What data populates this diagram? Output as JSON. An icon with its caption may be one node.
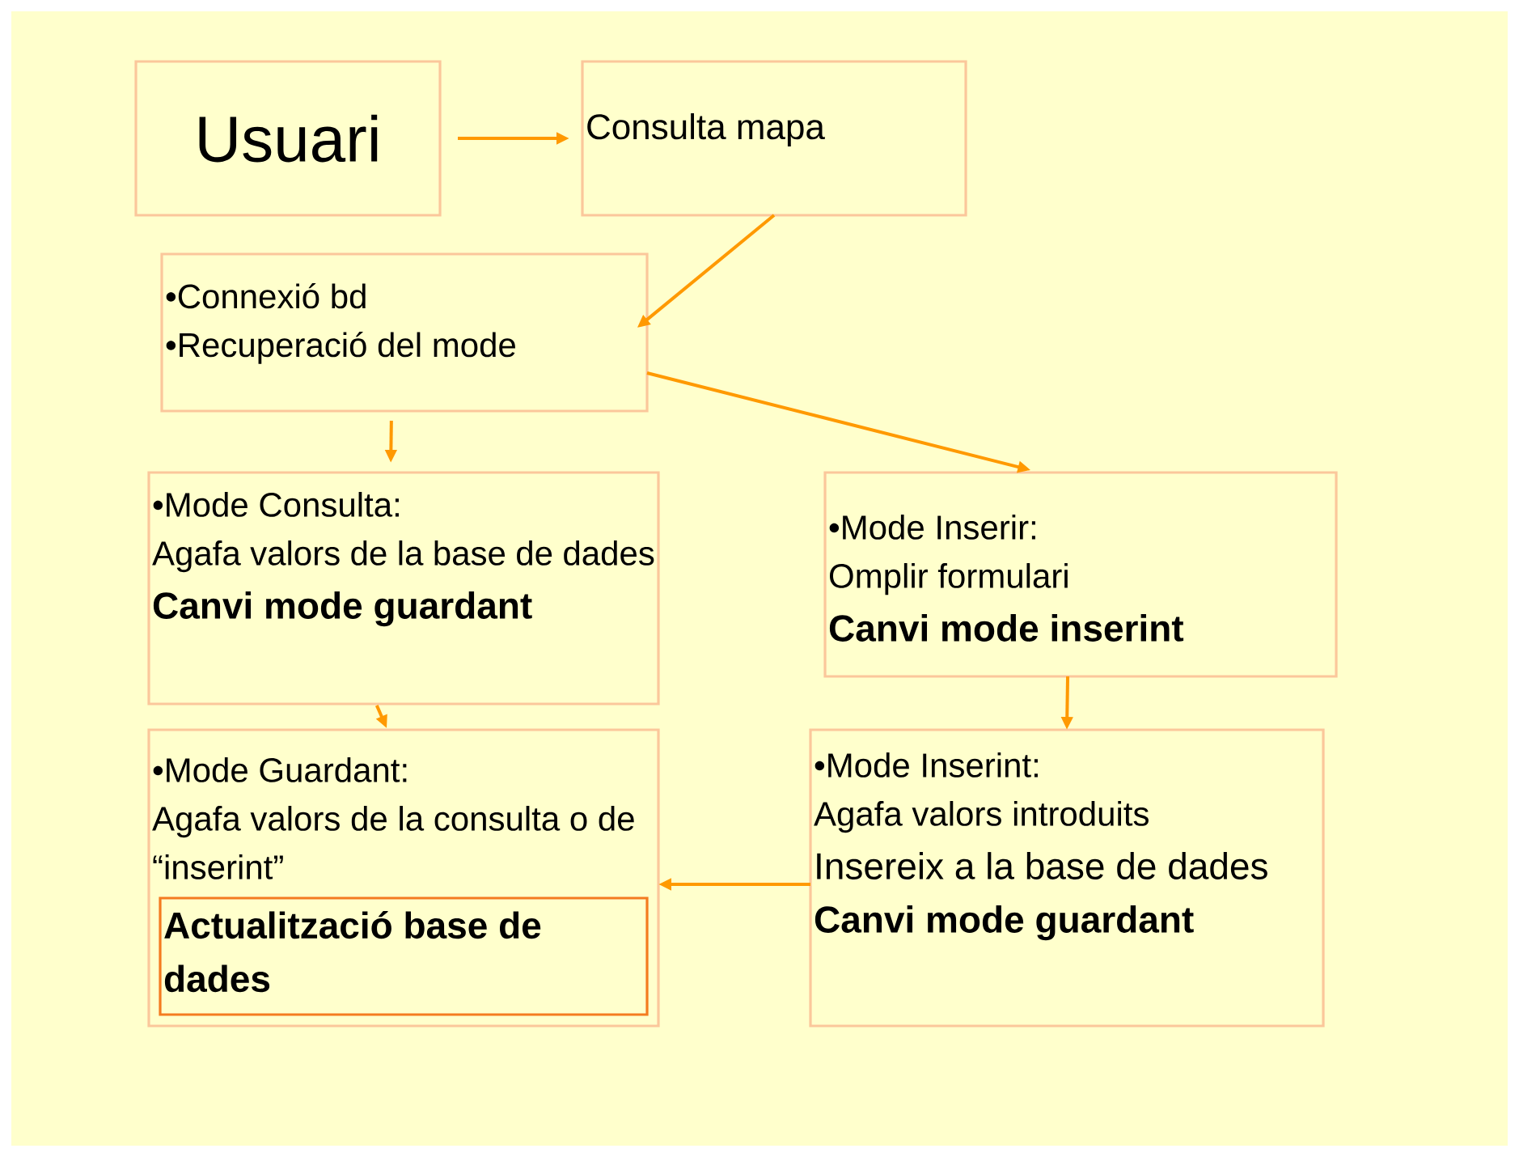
{
  "diagram": {
    "nodes": [
      {
        "text": [
          "Usuari"
        ]
      },
      {
        "text": [
          "Consulta  mapa"
        ]
      },
      {
        "text": [
          "•Connexió bd",
          "•Recuperació del mode"
        ]
      },
      {
        "text": [
          "•Mode Consulta:",
          "Agafa valors de la base de dades",
          "Canvi mode guardant"
        ]
      },
      {
        "text": [
          "•Mode Inserir:",
          "Omplir formulari",
          "Canvi mode inserint"
        ]
      },
      {
        "text": [
          "•Mode Guardant:",
          "Agafa valors de la consulta o de “inserint”"
        ]
      },
      {
        "text": [
          "Actualització base de dades"
        ],
        "in": 5
      },
      {
        "text": [
          "•Mode Inserint:",
          "Agafa valors introduits",
          "Insereix a la base de dades",
          "Canvi mode guardant"
        ]
      }
    ],
    "edges": [
      {
        "from": 0,
        "to": 1,
        "arrow": "to"
      },
      {
        "from": 1,
        "to": 2,
        "arrow": "to"
      },
      {
        "from": 2,
        "to": 3,
        "arrow": "to"
      },
      {
        "from": 2,
        "to": 4,
        "arrow": "to"
      },
      {
        "from": 3,
        "to": 5,
        "arrow": "to"
      },
      {
        "from": 4,
        "to": 7,
        "arrow": "to"
      },
      {
        "from": 7,
        "to": 5,
        "arrow": "to"
      }
    ]
  }
}
